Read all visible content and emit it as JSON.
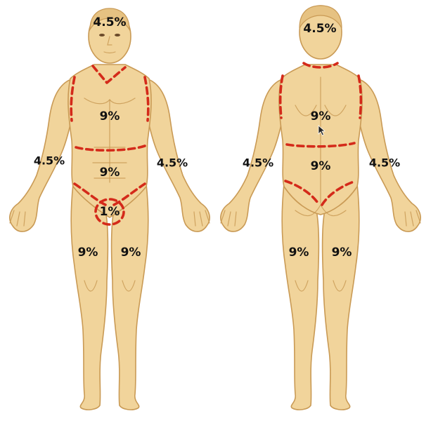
{
  "colors": {
    "skin": "#f1d49b",
    "outline": "#c99a55",
    "boundary_lines": "#d42a1a",
    "label_text": "#111111",
    "background": "#ffffff"
  },
  "front_view": {
    "head": "4.5%",
    "chest": "9%",
    "abdomen": "9%",
    "right_arm": "4.5%",
    "left_arm": "4.5%",
    "genitals": "1%",
    "right_leg": "9%",
    "left_leg": "9%"
  },
  "back_view": {
    "head": "4.5%",
    "upper_back": "9%",
    "lower_back": "9%",
    "left_arm": "4.5%",
    "right_arm": "4.5%",
    "left_leg": "9%",
    "right_leg": "9%"
  },
  "icons": {
    "cursor": "arrow-cursor-icon"
  }
}
